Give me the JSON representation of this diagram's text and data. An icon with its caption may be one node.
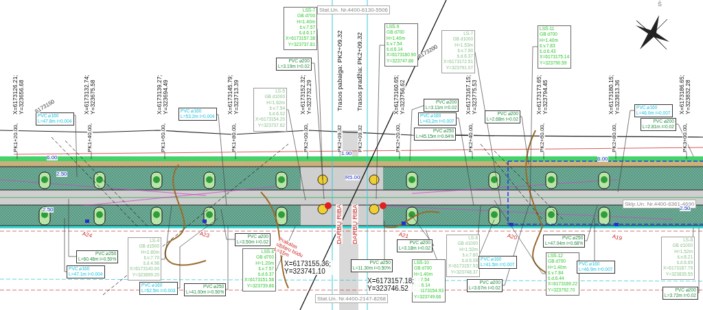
{
  "diagram": {
    "nodes": [
      {
        "text": [
          "PVC ⌀160",
          "L=47.8m i=0.004"
        ]
      },
      {
        "text": [
          "PVC ⌀160",
          "L=53.2m i=0.004"
        ]
      },
      {
        "text": [
          "LS-5",
          "GB d1000",
          "H=1.62m",
          "š.v.7.54",
          "š.d.6.02",
          "X=6173154.20",
          "Y=323737.62"
        ]
      },
      {
        "text": [
          "LSŠ-7",
          "GB d700",
          "H=1.40m",
          "š.v.7.57",
          "š.d.6.17",
          "X=6173157.38",
          "Y=323737.81"
        ]
      },
      {
        "text": [
          "PVC ⌀200",
          "L=3.19m i=0.02"
        ]
      },
      {
        "text": [
          "Stat.Un. Nr.4400-6130-5506"
        ]
      },
      {
        "text": [
          "LSŠ-9",
          "GB d700",
          "H=1.40m",
          "š.v.7.54",
          "š.d.6.14",
          "X=6173160.90",
          "Y=323747.86"
        ]
      },
      {
        "text": [
          "LS-7",
          "GB d1000",
          "H=1.53m",
          "š.v.7.90",
          "š.d.6.37",
          "X=6173172.51",
          "Y=323791.07"
        ]
      },
      {
        "text": [
          "PVC ⌀200",
          "L=3.11m i=0.02"
        ]
      },
      {
        "text": [
          "PVC ⌀160",
          "L=43.2m i=0.007"
        ]
      },
      {
        "text": [
          "PVC ⌀250",
          "L=45.15m i=0.64%"
        ]
      },
      {
        "text": [
          "PVC ⌀200",
          "L=2.68m i=0.02"
        ]
      },
      {
        "text": [
          "LSŠ-11",
          "GB d700",
          "H=1.40m",
          "š.v.7.83",
          "š.d.6.43",
          "X=6173175.14",
          "Y=323790.59"
        ]
      },
      {
        "text": [
          "PVC ⌀160",
          "L=46.0m i=0.007"
        ]
      },
      {
        "text": [
          "PVC ⌀200",
          "L=2.81m i=0.02"
        ]
      },
      {
        "text": [
          "PVC ⌀250",
          "L=60.48m i=0.50%"
        ]
      },
      {
        "text": [
          "PVC ⌀160",
          "L=47.1m i=0.004"
        ]
      },
      {
        "text": [
          "LS-4",
          "GB d1500",
          "H=2.80m",
          "š.v.7.70",
          "š.d.4.98",
          "X=6173140.00",
          "Y=323699.20"
        ]
      },
      {
        "text": [
          "PVC ⌀160",
          "L=52.5m i=0.003"
        ]
      },
      {
        "text": [
          "PVC ⌀250",
          "L=41.00m i=0.50%"
        ]
      },
      {
        "text": [
          "PVC ⌀200",
          "L=3.50m i=0.02"
        ]
      },
      {
        "text": [
          "LSŠ-8",
          "GB d700",
          "H=1.20m",
          "š.v.7.57",
          "š.d.6.37",
          "X=6173151.58",
          "Y=323739.86"
        ]
      },
      {
        "text": [
          "PVC ⌀250",
          "L=11.30m i=0.50%"
        ]
      },
      {
        "text": [
          "PVC ⌀200",
          "L=3.18m i=0.02"
        ]
      },
      {
        "text": [
          "LSŠ-10",
          "GB d700",
          "H=1.40m",
          "š.v.7.54",
          "š.d.6.14",
          "X=6173154.93",
          "Y=323749.66"
        ]
      },
      {
        "text": [
          "LS-6",
          "GB d1000",
          "H=1.52m",
          "š.v.7.60",
          "š.d.6.08",
          "X=6173157.93",
          "Y=323748.37"
        ]
      },
      {
        "text": [
          "PVC ⌀160",
          "L=41.5m i=0.007"
        ]
      },
      {
        "text": [
          "PVC ⌀200",
          "L=3.67m i=0.02"
        ]
      },
      {
        "text": [
          "PVC ⌀250",
          "L=47.04m i=0.68%"
        ]
      },
      {
        "text": [
          "LSŠ-12",
          "GB d700",
          "H=1.40m",
          "š.v.7.84",
          "š.d.6.44",
          "X=6173169.22",
          "Y=323792.70"
        ]
      },
      {
        "text": [
          "PVC ⌀160",
          "L=46.9m i=0.007"
        ]
      },
      {
        "text": [
          "LS-8",
          "GB d1000",
          "H=1.52m",
          "š.v.8.21",
          "š.d.6.69",
          "X=6173187.79",
          "Y=323835.55"
        ]
      },
      {
        "text": [
          "PVC ⌀200",
          "L=3.72m i=0.02"
        ]
      },
      {
        "text": [
          "Stat.Un. Nr.4400-2147-8268"
        ]
      },
      {
        "text": [
          "Sklp.Un. Nr.4400-6361-4690"
        ]
      }
    ],
    "edges": [
      {
        "from": 0,
        "to": null,
        "arrow": "none"
      },
      {
        "from": 1,
        "to": null,
        "arrow": "none"
      },
      {
        "from": 2,
        "to": null,
        "arrow": "none"
      },
      {
        "from": 3,
        "to": null,
        "arrow": "none"
      },
      {
        "from": 4,
        "to": null,
        "arrow": "none"
      },
      {
        "from": 6,
        "to": null,
        "arrow": "none"
      },
      {
        "from": 7,
        "to": null,
        "arrow": "none"
      },
      {
        "from": 8,
        "to": null,
        "arrow": "none"
      },
      {
        "from": 9,
        "to": null,
        "arrow": "none"
      },
      {
        "from": 10,
        "to": null,
        "arrow": "none"
      },
      {
        "from": 11,
        "to": null,
        "arrow": "none"
      },
      {
        "from": 12,
        "to": null,
        "arrow": "none"
      },
      {
        "from": 13,
        "to": null,
        "arrow": "none"
      },
      {
        "from": 14,
        "to": null,
        "arrow": "none"
      },
      {
        "from": 15,
        "to": null,
        "arrow": "none"
      },
      {
        "from": 16,
        "to": null,
        "arrow": "none"
      },
      {
        "from": 17,
        "to": null,
        "arrow": "none"
      },
      {
        "from": 18,
        "to": null,
        "arrow": "none"
      },
      {
        "from": 19,
        "to": null,
        "arrow": "none"
      },
      {
        "from": 20,
        "to": null,
        "arrow": "none"
      },
      {
        "from": 21,
        "to": null,
        "arrow": "none"
      },
      {
        "from": 22,
        "to": null,
        "arrow": "none"
      },
      {
        "from": 23,
        "to": null,
        "arrow": "none"
      },
      {
        "from": 24,
        "to": null,
        "arrow": "none"
      },
      {
        "from": 25,
        "to": null,
        "arrow": "none"
      },
      {
        "from": 26,
        "to": null,
        "arrow": "none"
      },
      {
        "from": 27,
        "to": null,
        "arrow": "none"
      },
      {
        "from": 28,
        "to": null,
        "arrow": "none"
      },
      {
        "from": 29,
        "to": null,
        "arrow": "none"
      },
      {
        "from": 30,
        "to": null,
        "arrow": "none"
      },
      {
        "from": 31,
        "to": null,
        "arrow": "none"
      },
      {
        "from": 32,
        "to": null,
        "arrow": "none"
      }
    ],
    "labels": [
      "Š",
      "6173150",
      "6173200",
      "X=6173126.21; Y=323656.68",
      "X=6173132.74; Y=323675.58",
      "X=6173139.27; Y=323694.49",
      "X=6173145.79; Y=323713.39",
      "X=6173152.32; Y=323732.29",
      "Trasos pabaiga: PK2+09.32",
      "Trasos pradžia: PK2+09.32",
      "X=6173160.65; Y=323756.62",
      "X=6173167.15; Y=323775.53",
      "X=6173173.65; Y=323794.45",
      "X=6173180.15; Y=323813.36",
      "X=6173186.65; Y=323832.28",
      "PK1+20.00",
      "PK1+40.00",
      "PK1+60.00",
      "PK1+80.00",
      "PK2+00.00",
      "PK2+09.32",
      "PK2+09.32",
      "PK2+20.00",
      "PK2+40.00",
      "PK2+60.00",
      "PK2+80.00",
      "PK3+00.00",
      "6.00",
      "1.90",
      "6.00",
      "2.50",
      "R5.00",
      "2.50",
      "2.50",
      "DARBŲ RIBA",
      "DARBŲ RIBA",
      "A24",
      "A23",
      "A21",
      "A20",
      "A19",
      "Prakalas uždaru būdu L=15m",
      "X=6173155.36; Y=323741.10",
      "X=6173157.18; Y=323746.52"
    ]
  }
}
